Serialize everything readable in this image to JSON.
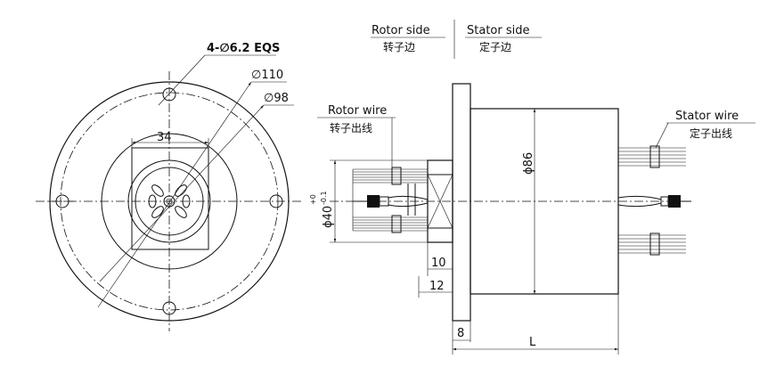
{
  "labels": {
    "rotor_side": "Rotor side",
    "rotor_side_cn": "转子边",
    "stator_side": "Stator side",
    "stator_side_cn": "定子边",
    "rotor_wire": "Rotor wire",
    "rotor_wire_cn": "转子出线",
    "stator_wire": "Stator wire",
    "stator_wire_cn": "定子出线"
  },
  "dimensions": {
    "holes": "4-∅6.2 EQS",
    "d110": "∅110",
    "d98": "∅98",
    "w34": "34",
    "d86": "ϕ86",
    "d40_main": "ϕ40",
    "d40_upper": "+0",
    "d40_lower": "-0.1",
    "len10": "10",
    "len12": "12",
    "len8": "8",
    "lenL": "L"
  }
}
